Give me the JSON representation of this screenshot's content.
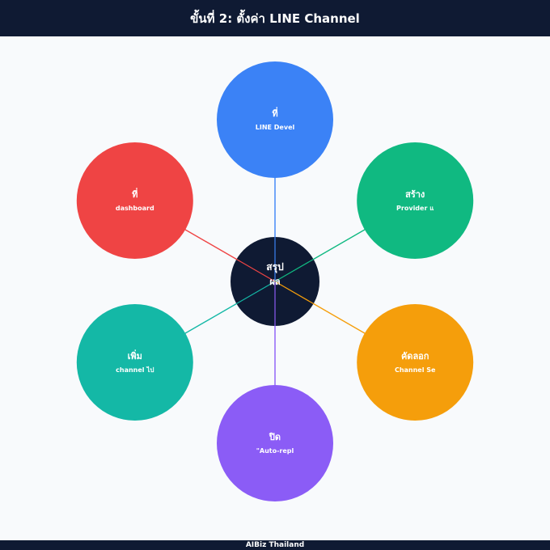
{
  "header": {
    "title": "ขั้นที่ 2: ตั้งค่า LINE Channel"
  },
  "footer": {
    "brand": "AIBiz Thailand"
  },
  "diagram": {
    "center": {
      "title": "สรุป",
      "subtitle": "ผล",
      "color": "#0f1a33"
    },
    "nodes": [
      {
        "title": "ที่",
        "subtitle": "LINE Devel",
        "color": "#3b82f6"
      },
      {
        "title": "สร้าง",
        "subtitle": "Provider แ",
        "color": "#10b981"
      },
      {
        "title": "คัดลอก",
        "subtitle": "Channel Se",
        "color": "#f59e0b"
      },
      {
        "title": "ปิด",
        "subtitle": "\"Auto-repl",
        "color": "#8b5cf6"
      },
      {
        "title": "เพิ่ม",
        "subtitle": "channel ไป",
        "color": "#14b8a6"
      },
      {
        "title": "ที่",
        "subtitle": "dashboard",
        "color": "#ef4444"
      }
    ]
  }
}
